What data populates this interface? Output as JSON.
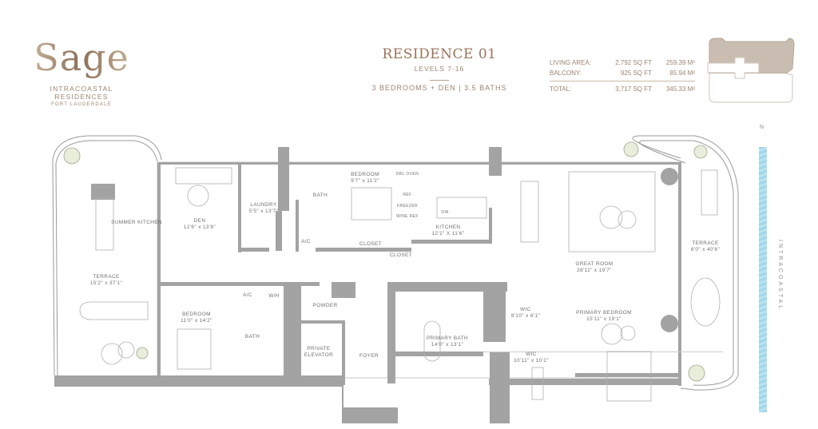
{
  "brand": {
    "logo": "Sage",
    "subtitle": "INTRACOASTAL RESIDENCES",
    "city": "FORT LAUDERDALE"
  },
  "header": {
    "title": "RESIDENCE 01",
    "levels": "LEVELS 7-16",
    "summary": "3 BEDROOMS + DEN | 3.5 BATHS"
  },
  "areas": [
    {
      "label": "LIVING AREA:",
      "sqft": "2,792 SQ FT",
      "sqm": "259.39 M²"
    },
    {
      "label": "BALCONY:",
      "sqft": "925 SQ FT",
      "sqm": "85.94 M²"
    },
    {
      "label": "TOTAL:",
      "sqft": "3,717 SQ FT",
      "sqm": "345.33 M²"
    }
  ],
  "rooms": [
    {
      "name": "SUMMER KITCHEN",
      "dims": ""
    },
    {
      "name": "TERRACE",
      "dims": "15'2\" x 37'1\""
    },
    {
      "name": "DEN",
      "dims": "12'6\" x 13'8\""
    },
    {
      "name": "LAUNDRY",
      "dims": "5'5\" x 13'7\""
    },
    {
      "name": "BATH",
      "dims": ""
    },
    {
      "name": "BEDROOM",
      "dims": "9'7\" x 11'2\""
    },
    {
      "name": "A/C",
      "dims": ""
    },
    {
      "name": "CLOSET",
      "dims": ""
    },
    {
      "name": "CLOSET",
      "dims": ""
    },
    {
      "name": "DBL OVEN",
      "dims": ""
    },
    {
      "name": "REF",
      "dims": ""
    },
    {
      "name": "FREEZER",
      "dims": ""
    },
    {
      "name": "WINE REF",
      "dims": ""
    },
    {
      "name": "DW",
      "dims": ""
    },
    {
      "name": "KITCHEN",
      "dims": "12'1\" X 11'6\""
    },
    {
      "name": "GREAT ROOM",
      "dims": "28'11\" x 19'7\""
    },
    {
      "name": "TERRACE",
      "dims": "8'0\" x 40'6\""
    },
    {
      "name": "BEDROOM",
      "dims": "11'0\" x 14'2\""
    },
    {
      "name": "A/C",
      "dims": ""
    },
    {
      "name": "W/H",
      "dims": ""
    },
    {
      "name": "BATH",
      "dims": ""
    },
    {
      "name": "POWDER",
      "dims": ""
    },
    {
      "name": "PRIVATE ELEVATOR",
      "dims": ""
    },
    {
      "name": "FOYER",
      "dims": ""
    },
    {
      "name": "PRIMARY BATH",
      "dims": "14'0\" x 13'1\""
    },
    {
      "name": "WIC",
      "dims": "8'10\" x 6'1\""
    },
    {
      "name": "WIC",
      "dims": "10'11\" x 10'1\""
    },
    {
      "name": "PRIMARY BEDROOM",
      "dims": "15'11\" x 19'1\""
    }
  ],
  "compass": {
    "label": "N",
    "icon": "north-arrow-icon"
  },
  "waterway": {
    "label": "INTRACOASTAL",
    "color": "#a9dcee"
  },
  "colors": {
    "brand": "#9a7258",
    "wall": "#a3a3a3",
    "key_highlight": "#c8bdb0"
  }
}
